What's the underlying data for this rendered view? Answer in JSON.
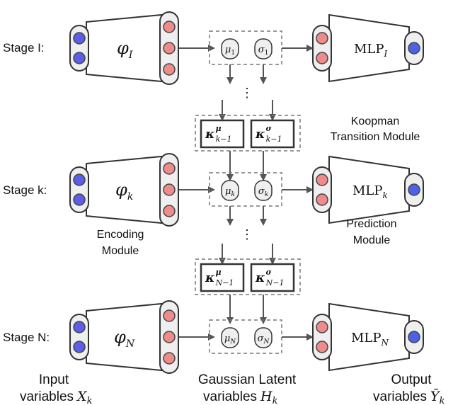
{
  "stages": [
    {
      "label": "Stage I:",
      "encoder_symbol": "φ",
      "encoder_sub": "I",
      "mu_sub": "1",
      "sigma_sub": "1",
      "mlp_text": "MLP",
      "mlp_sub": "I"
    },
    {
      "label": "Stage k:",
      "encoder_symbol": "φ",
      "encoder_sub": "k",
      "mu_sub": "k",
      "sigma_sub": "k",
      "mlp_text": "MLP",
      "mlp_sub": "k"
    },
    {
      "label": "Stage N:",
      "encoder_symbol": "φ",
      "encoder_sub": "N",
      "mu_sub": "N",
      "sigma_sub": "N",
      "mlp_text": "MLP",
      "mlp_sub": "N"
    }
  ],
  "koopman": [
    {
      "mu_sup": "μ",
      "sigma_sup": "σ",
      "sub": "k−1"
    },
    {
      "mu_sup": "μ",
      "sigma_sup": "σ",
      "sub": "N−1"
    }
  ],
  "symbols": {
    "mu": "μ",
    "sigma": "σ",
    "kappa": "κ",
    "ellipsis": "⋮"
  },
  "labels": {
    "koopman_line1": "Koopman",
    "koopman_line2": "Transition Module",
    "encoding_line1": "Encoding",
    "encoding_line2": "Module",
    "prediction_line1": "Prediction",
    "prediction_line2": "Module",
    "input_line1": "Input",
    "input_line2": "variables",
    "input_var": "X",
    "input_sub": "k",
    "latent_line1": "Gaussian Latent",
    "latent_line2": "variables",
    "latent_var": "H",
    "latent_sub": "k",
    "output_line1": "Output",
    "output_line2": "variables",
    "output_var": "Ỹ",
    "output_sub": "k"
  },
  "colors": {
    "input_node": "#5b5ee6",
    "hidden_node": "#ee8c8c",
    "output_node": "#4f60e8",
    "node_stroke": "#444444",
    "panel_fill": "#efefef",
    "dashed": "#777777",
    "arrow": "#555555"
  }
}
